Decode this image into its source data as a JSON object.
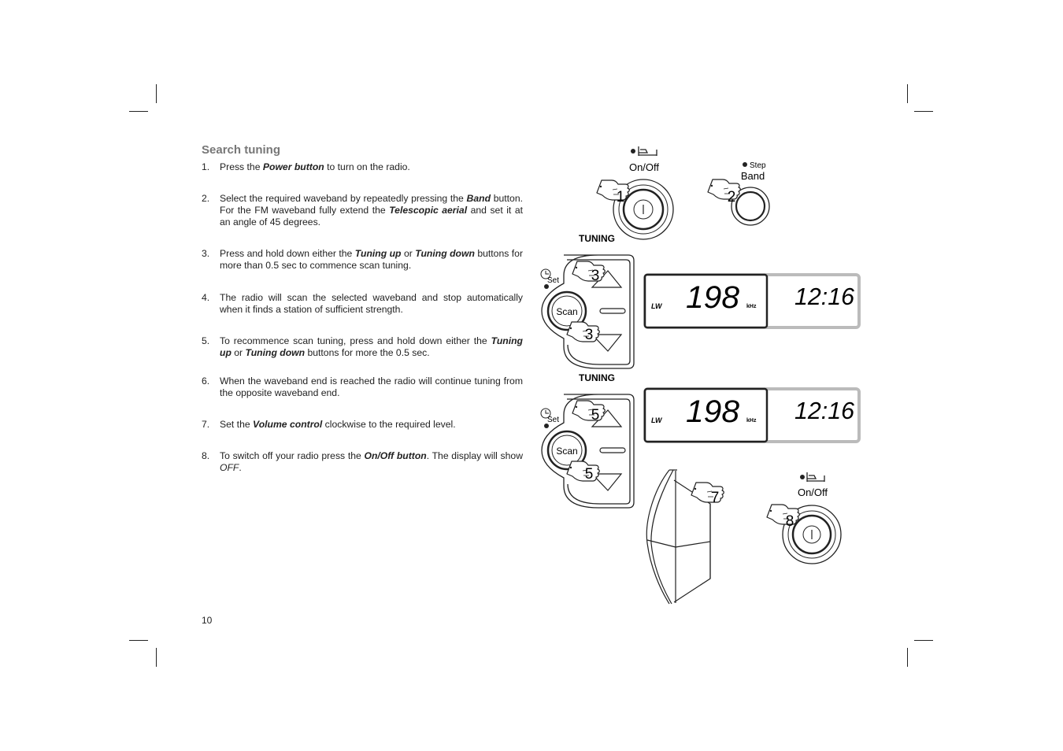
{
  "page": {
    "title": "Search tuning",
    "page_number": "10",
    "steps": [
      {
        "num": "1.",
        "parts": [
          {
            "t": "Press the "
          },
          {
            "t": "Power button",
            "b": true
          },
          {
            "t": " to turn on the radio."
          }
        ]
      },
      {
        "num": "2.",
        "parts": [
          {
            "t": "Select the required waveband by repeatedly pressing the "
          },
          {
            "t": "Band",
            "b": true
          },
          {
            "t": " button. For the FM waveband fully extend the "
          },
          {
            "t": "Telescopic aerial",
            "b": true
          },
          {
            "t": " and set it at an angle of 45 degrees."
          }
        ]
      },
      {
        "num": "3.",
        "parts": [
          {
            "t": "Press and hold down either the "
          },
          {
            "t": "Tuning up",
            "b": true
          },
          {
            "t": " or "
          },
          {
            "t": "Tuning down",
            "b": true
          },
          {
            "t": " buttons for more than 0.5 sec to commence scan tuning."
          }
        ]
      },
      {
        "num": "4.",
        "parts": [
          {
            "t": "The radio will scan the selected waveband and stop automatically when it finds a station of sufficient strength."
          }
        ]
      },
      {
        "num": "5.",
        "parts": [
          {
            "t": "To recommence scan tuning,  press and hold down either the "
          },
          {
            "t": "Tuning up",
            "b": true
          },
          {
            "t": " or "
          },
          {
            "t": "Tuning down",
            "b": true
          },
          {
            "t": " buttons for more the 0.5 sec."
          }
        ]
      },
      {
        "num": "6.",
        "parts": [
          {
            "t": "When the waveband end is reached the radio will continue tuning from the opposite waveband end."
          }
        ]
      },
      {
        "num": "7.",
        "parts": [
          {
            "t": "Set  the "
          },
          {
            "t": "Volume control",
            "b": true
          },
          {
            "t": " clockwise to the required level."
          }
        ]
      },
      {
        "num": "8.",
        "parts": [
          {
            "t": "To switch off your radio press the "
          },
          {
            "t": "On/Off button",
            "b": true
          },
          {
            "t": ". The display will show "
          },
          {
            "t": "OFF",
            "i": true
          },
          {
            "t": "."
          }
        ]
      }
    ]
  },
  "figure": {
    "on_off_label": "On/Off",
    "step_label": "Step",
    "band_label": "Band",
    "tuning_label": "TUNING",
    "set_label": "Set",
    "scan_label": "Scan",
    "display_band": "LW",
    "display_freq": "198",
    "display_unit": "kHz",
    "display_time": "12:16",
    "callouts": [
      "1",
      "2",
      "3",
      "3",
      "5",
      "5",
      "7",
      "8"
    ]
  }
}
